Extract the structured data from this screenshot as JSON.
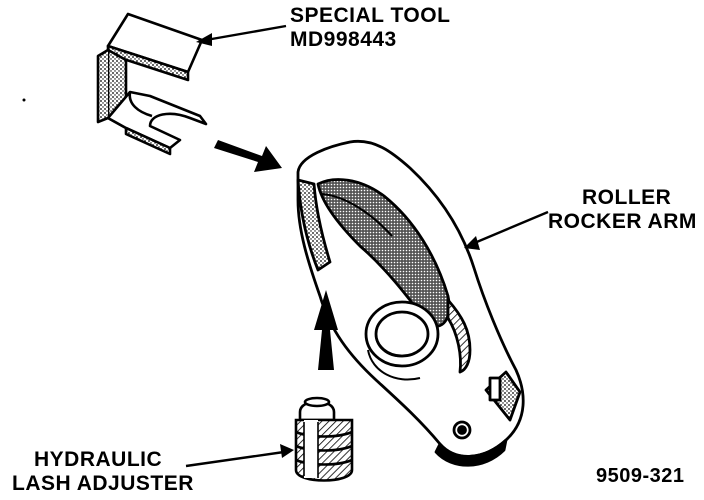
{
  "labels": {
    "special_tool": [
      "SPECIAL TOOL",
      "MD998443"
    ],
    "rocker_arm": [
      "ROLLER",
      "ROCKER ARM"
    ],
    "lash_adjuster": [
      "HYDRAULIC",
      "LASH ADJUSTER"
    ]
  },
  "figure_number": "9509-321",
  "colors": {
    "ink": "#000000",
    "paper": "#ffffff",
    "shade": "#8a8a8a"
  }
}
